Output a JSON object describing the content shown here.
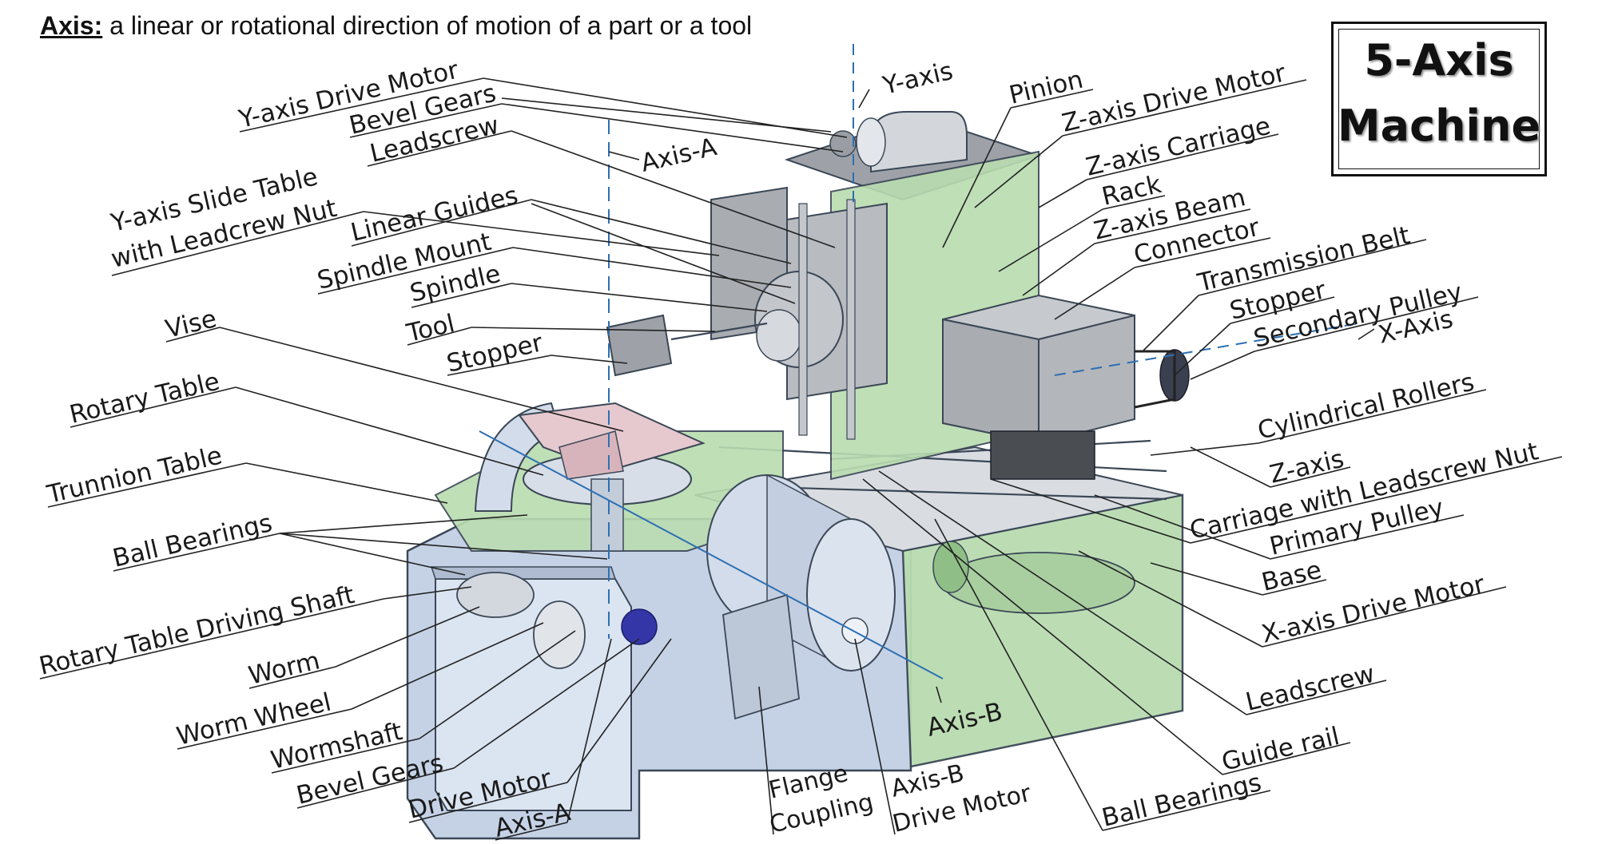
{
  "definition": {
    "term": "Axis:",
    "text": " a linear or rotational direction of motion of a part or a tool"
  },
  "title": {
    "line1": "5-Axis",
    "line2": "Machine"
  },
  "labels": {
    "left": {
      "y_axis_drive_motor": "Y-axis Drive Motor",
      "bevel_gears_top": "Bevel Gears",
      "leadscrew_top": "Leadscrew",
      "y_slide_table_1": "Y-axis Slide Table",
      "y_slide_table_2": "with Leadcrew Nut",
      "linear_guides": "Linear Guides",
      "spindle_mount": "Spindle Mount",
      "spindle": "Spindle",
      "vise": "Vise",
      "tool": "Tool",
      "stopper_left": "Stopper",
      "rotary_table": "Rotary Table",
      "trunnion_table": "Trunnion Table",
      "ball_bearings_left": "Ball Bearings",
      "rotary_table_driving_shaft": "Rotary Table Driving Shaft",
      "worm": "Worm",
      "worm_wheel": "Worm Wheel",
      "wormshaft": "Wormshaft",
      "bevel_gears_bottom": "Bevel Gears",
      "drive_motor": "Drive Motor",
      "axis_a_bottom": "Axis-A"
    },
    "center": {
      "y_axis": "Y-axis",
      "axis_a": "Axis-A",
      "axis_b": "Axis-B",
      "flange_1": "Flange",
      "flange_2": "Coupling",
      "axis_b_motor_1": "Axis-B",
      "axis_b_motor_2": "Drive Motor"
    },
    "right": {
      "pinion": "Pinion",
      "z_axis_drive_motor": "Z-axis Drive Motor",
      "z_axis_carriage": "Z-axis Carriage",
      "rack": "Rack",
      "z_axis_beam": "Z-axis Beam",
      "connector": "Connector",
      "transmission_belt": "Transmission Belt",
      "stopper_right": "Stopper",
      "secondary_pulley": "Secondary Pulley",
      "x_axis": "X-Axis",
      "cylindrical_rollers": "Cylindrical Rollers",
      "z_axis": "Z-axis",
      "carriage_leadscrew_nut": "Carriage with Leadscrew Nut",
      "primary_pulley": "Primary Pulley",
      "base": "Base",
      "x_axis_drive_motor": "X-axis Drive Motor",
      "leadscrew_right": "Leadscrew",
      "guide_rail": "Guide rail",
      "ball_bearings_right": "Ball Bearings"
    }
  },
  "colors": {
    "green_housing": "#b9dcb0",
    "blue_steel": "#c9d6e8",
    "grey_block": "#a9acb1",
    "pink_vise": "#e6c9cf",
    "axis_line": "#2d6fb3"
  }
}
